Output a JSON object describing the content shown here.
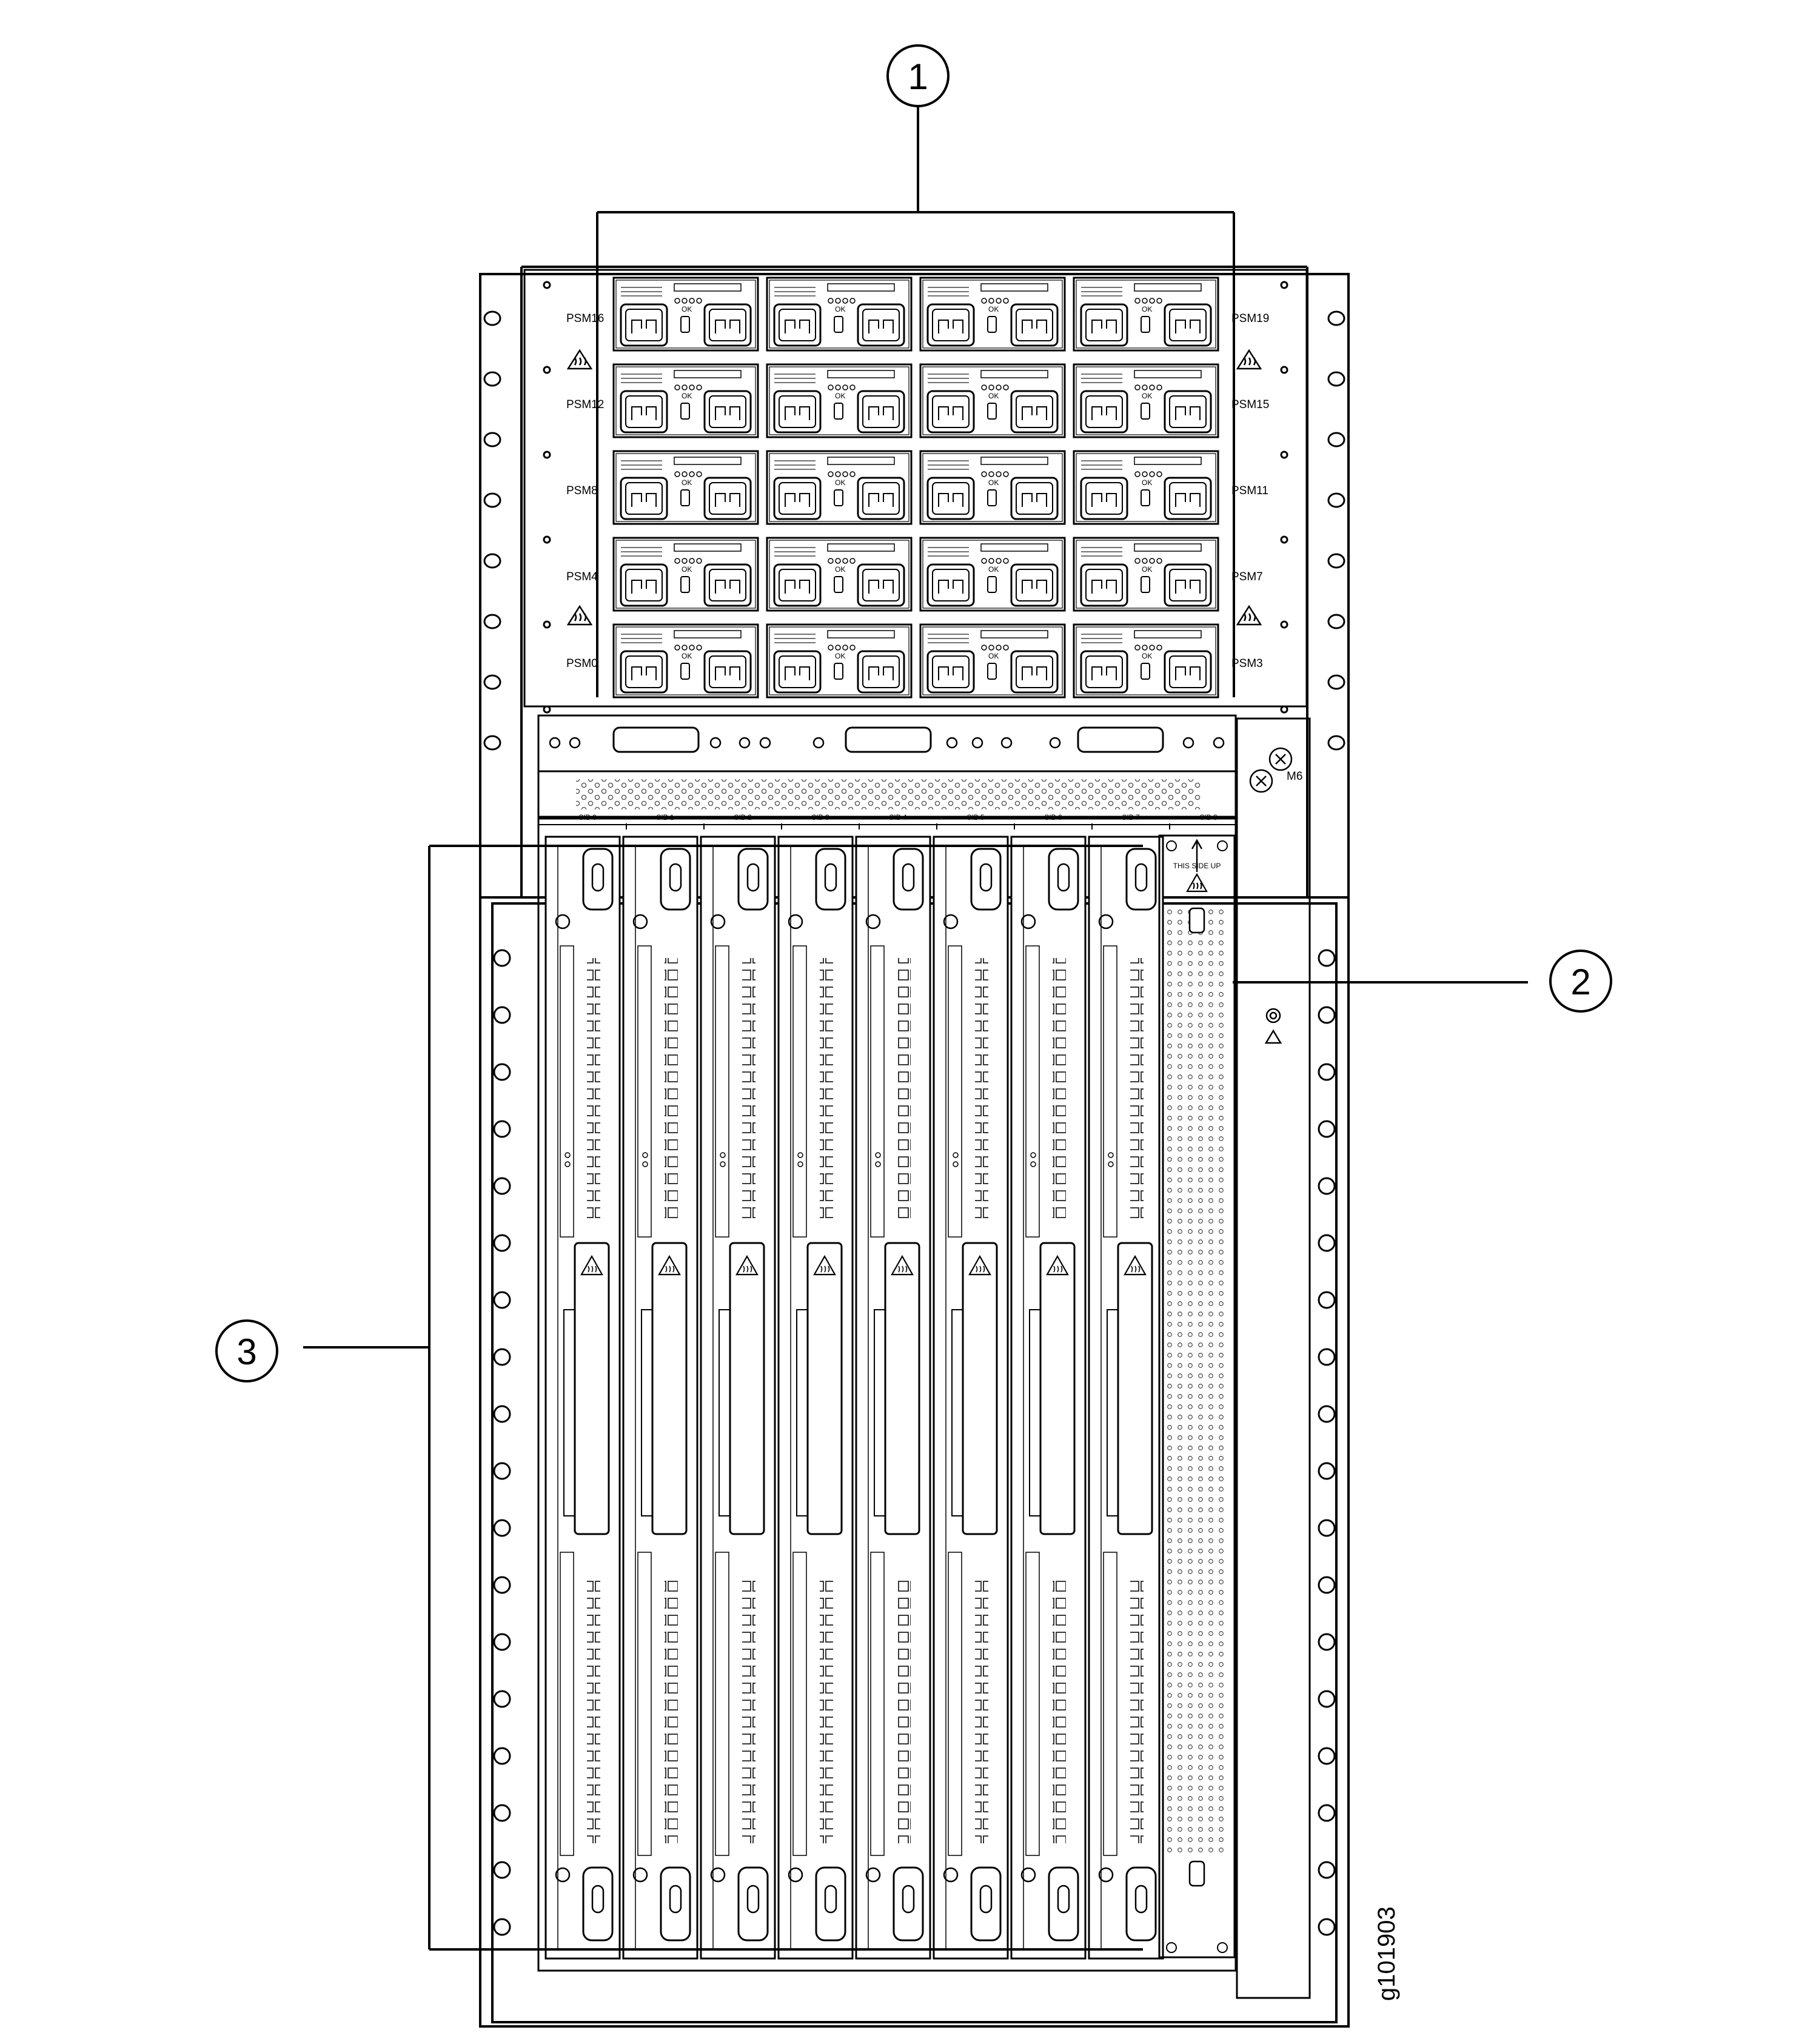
{
  "callouts": [
    "1",
    "2",
    "3"
  ],
  "figure_id": "g101903",
  "psm_left": [
    "PSM16",
    "PSM12",
    "PSM8",
    "PSM4",
    "PSM0"
  ],
  "psm_right": [
    "PSM19",
    "PSM15",
    "PSM11",
    "PSM7",
    "PSM3"
  ],
  "sib_labels": [
    "SIB 0",
    "SIB 1",
    "SIB 2",
    "SIB 3",
    "SIB 4",
    "SIB 5",
    "SIB 6",
    "SIB 7",
    "SIB 8"
  ],
  "panel_text": {
    "this_side_up": "THIS SIDE UP",
    "ground_label": "M6",
    "led_ok": "OK"
  },
  "icons": [
    "warning-hot-surface-icon",
    "esd-icon",
    "ground-icon",
    "arrow-up-icon"
  ],
  "colors": {
    "line": "#000000",
    "background": "#ffffff",
    "hatch": "#555555"
  }
}
